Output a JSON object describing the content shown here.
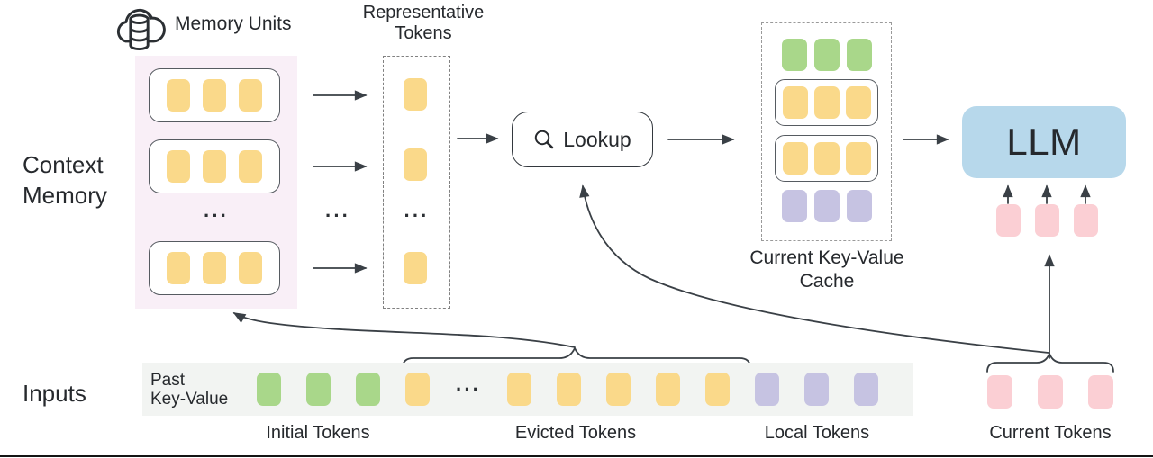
{
  "colors": {
    "yellow": "#FAD98A",
    "green": "#A9D78A",
    "purple": "#C6C3E2",
    "pink": "#FBCFD4",
    "llm_fill": "#B7D8EB",
    "memory_panel": "#F9EFF7",
    "input_strip": "#F2F4F2",
    "line": "#3A4046",
    "text": "#26292D"
  },
  "labels": {
    "memory_units": "Memory Units",
    "representative_line1": "Representative",
    "representative_line2": "Tokens",
    "context_line1": "Context",
    "context_line2": "Memory",
    "lookup": "Lookup",
    "cache_line1": "Current Key-Value",
    "cache_line2": "Cache",
    "llm": "LLM",
    "inputs": "Inputs",
    "past_line1": "Past",
    "past_line2": "Key-Value",
    "initial_tokens": "Initial Tokens",
    "evicted_tokens": "Evicted Tokens",
    "local_tokens": "Local Tokens",
    "current_tokens": "Current Tokens",
    "dots": "···"
  },
  "tokens": {
    "memory_row": [
      {
        "color": "yellow",
        "count": 3
      }
    ],
    "rep_slot": [
      {
        "color": "yellow",
        "count": 1
      }
    ],
    "cache_green_row": [
      {
        "color": "green",
        "count": 3
      }
    ],
    "cache_yellow_row": [
      {
        "color": "yellow",
        "count": 3
      }
    ],
    "cache_purple_row": [
      {
        "color": "purple",
        "count": 3
      }
    ],
    "llm_input_tokens": [
      {
        "color": "pink",
        "count": 3
      }
    ],
    "current_tokens": [
      {
        "color": "pink",
        "count": 3
      }
    ],
    "input_strip": [
      {
        "color": "green",
        "count": 3
      },
      {
        "color": "yellow",
        "count": 1
      },
      {
        "color": "dots",
        "count": 1
      },
      {
        "color": "yellow",
        "count": 5
      },
      {
        "color": "purple",
        "count": 3
      }
    ]
  }
}
